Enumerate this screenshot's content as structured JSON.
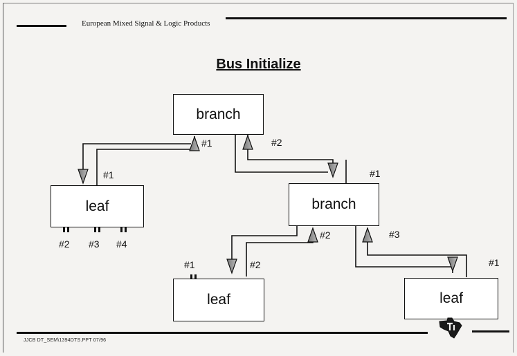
{
  "header": {
    "text": "European Mixed Signal & Logic Products"
  },
  "title": "Bus Initialize",
  "nodes": {
    "root": "branch",
    "branch2": "branch",
    "leaf_left": "leaf",
    "leaf_bottom": "leaf",
    "leaf_right": "leaf"
  },
  "ports": {
    "root_p1": "#1",
    "root_p2": "#2",
    "leaf_left_p1": "#1",
    "leaf_left_p2": "#2",
    "leaf_left_p3": "#3",
    "leaf_left_p4": "#4",
    "branch2_p1": "#1",
    "branch2_p2": "#2",
    "branch2_p3": "#3",
    "leaf_bottom_p1": "#1",
    "leaf_bottom_p2": "#2",
    "leaf_right_p1": "#1"
  },
  "footer": {
    "text": "JJCB DT_SEM\\1394DTS.PPT 07/96"
  },
  "logo": {
    "name": "ti-logo-icon"
  }
}
